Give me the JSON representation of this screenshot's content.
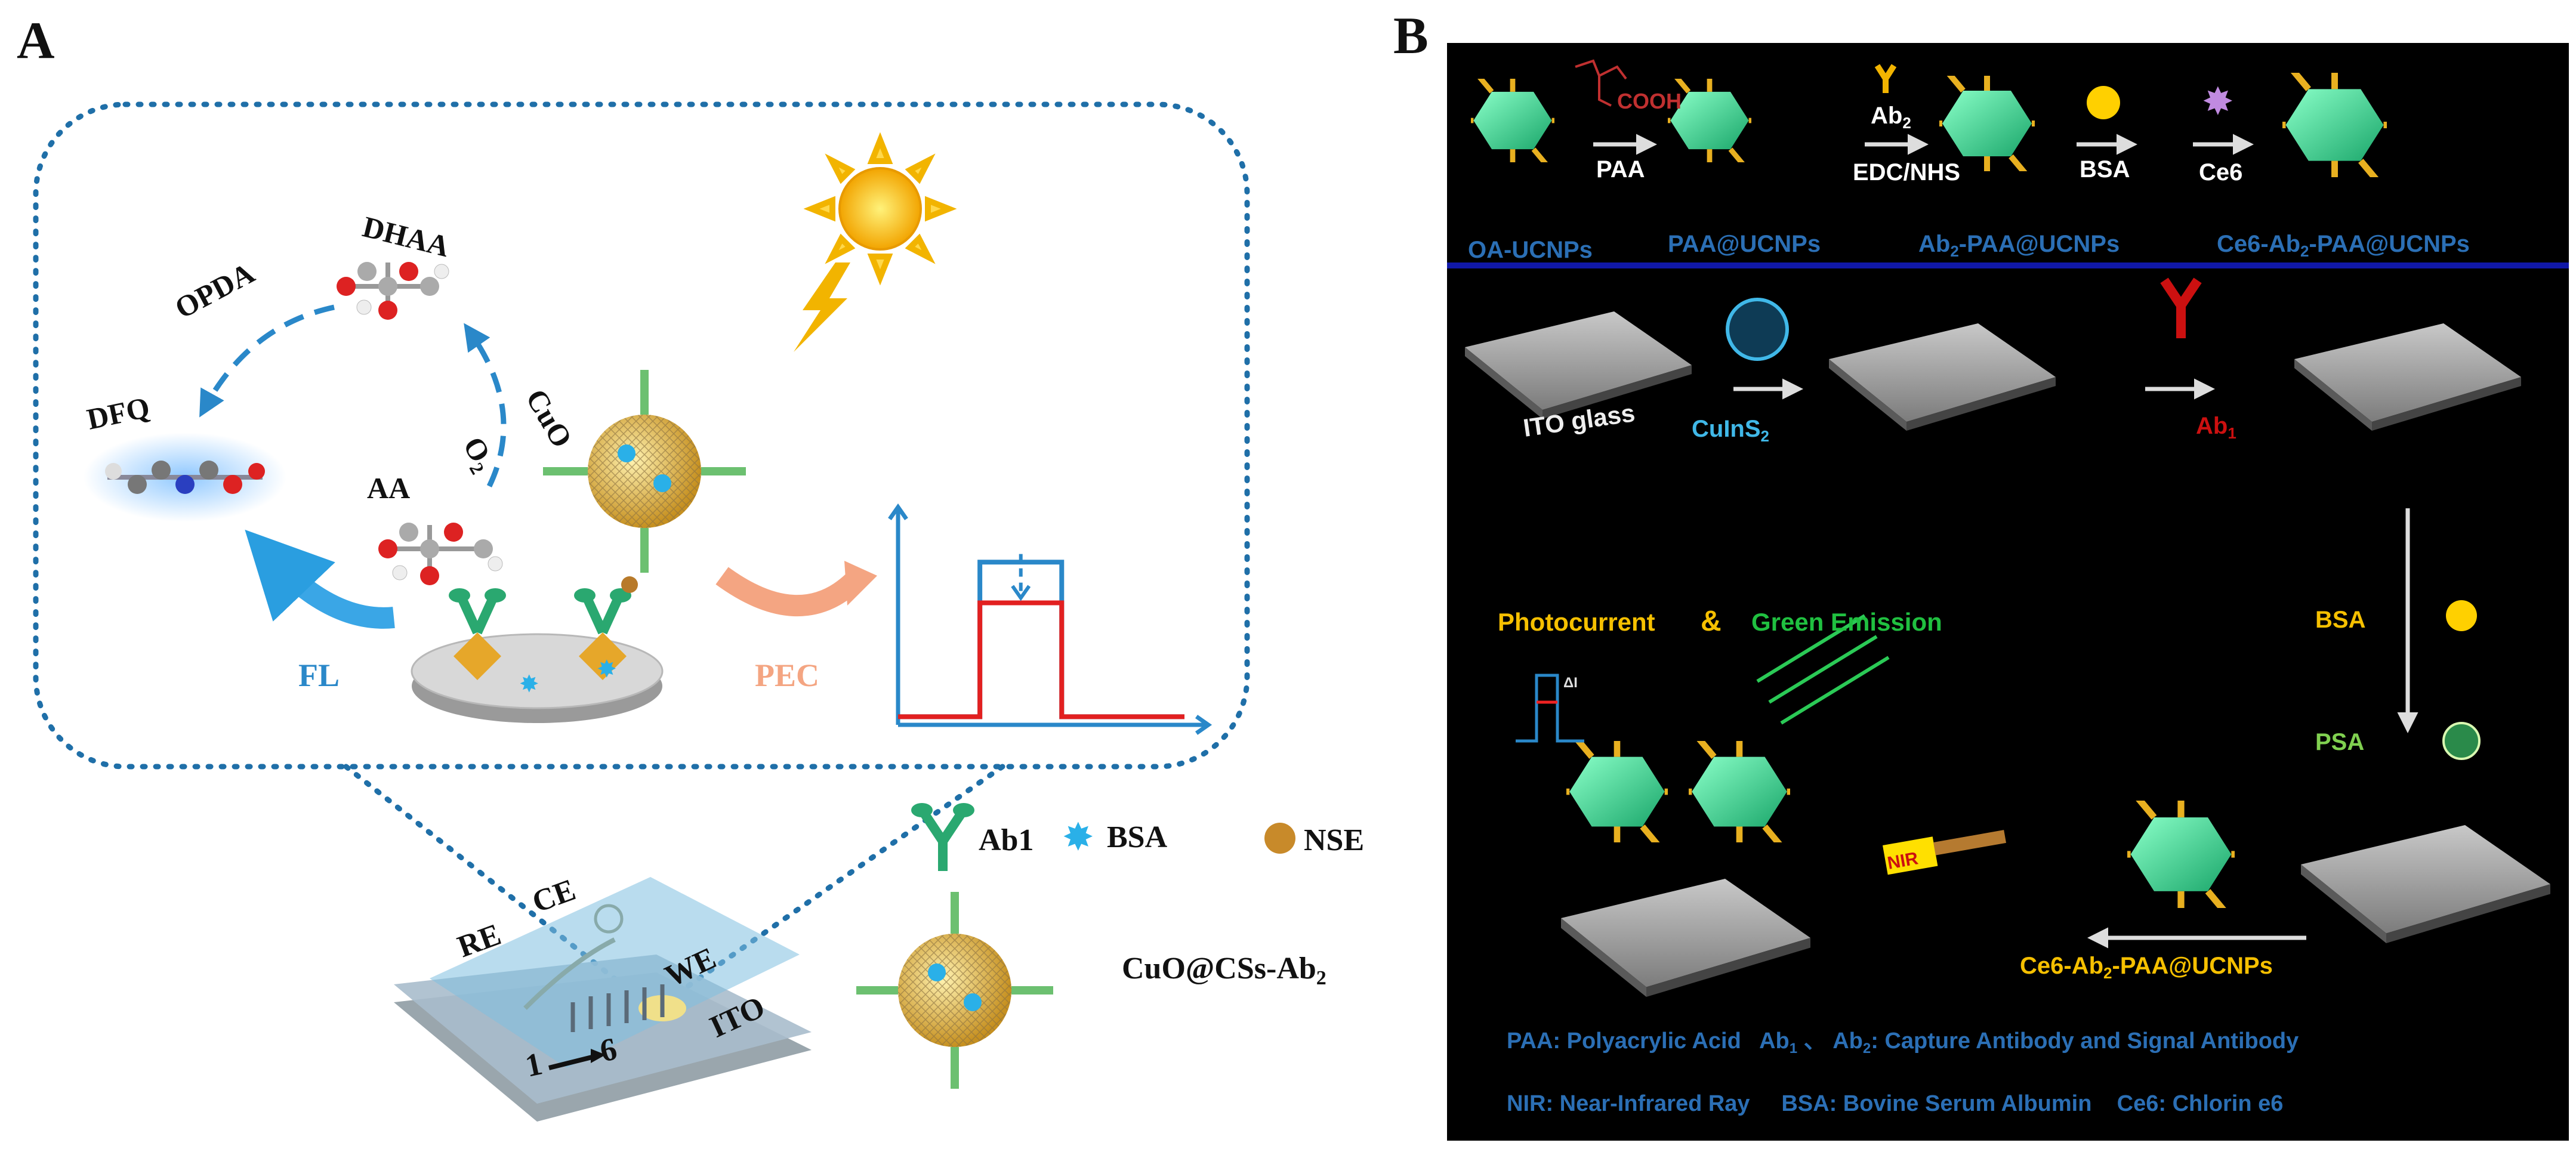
{
  "panel_a": {
    "panel_label": "A",
    "molecules": {
      "dhaa": "DHAA",
      "dfq": "DFQ",
      "aa": "AA",
      "opda": "OPDA",
      "cuo": "CuO",
      "o2": "O",
      "o2_sub": "2"
    },
    "modes": {
      "fl": "FL",
      "pec": "PEC"
    },
    "electrodes": {
      "ce": "CE",
      "re": "RE",
      "we": "WE",
      "ito": "ITO",
      "sequence_from": "1",
      "sequence_to": "6"
    },
    "legend": {
      "ab1": "Ab1",
      "bsa": "BSA",
      "nse": "NSE",
      "probe": "CuO@CSs-Ab",
      "probe_sub": "2"
    }
  },
  "panel_b": {
    "panel_label": "B",
    "top_row": {
      "reagent_cooh": "COOH",
      "step_paa": "PAA",
      "reagent_ab2": "Ab",
      "reagent_ab2_sub": "2",
      "step_edc": "EDC/NHS",
      "step_bsa": "BSA",
      "step_ce6": "Ce6",
      "products": {
        "oa": "OA-UCNPs",
        "paa": "PAA@UCNPs",
        "ab2_pre": "Ab",
        "ab2_sub": "2",
        "ab2_post": "-PAA@UCNPs",
        "ce6_pre": "Ce6-Ab",
        "ce6_sub": "2",
        "ce6_post": "-PAA@UCNPs"
      }
    },
    "bottom": {
      "ito_glass": "ITO glass",
      "cuins_pre": "CuInS",
      "cuins_sub": "2",
      "ab1_pre": "Ab",
      "ab1_sub": "1",
      "bsa": "BSA",
      "psa": "PSA",
      "photocurrent": "Photocurrent",
      "ampersand": "&",
      "green_emission": "Green Emission",
      "delta_i": "ΔI",
      "nir": "NIR",
      "probe_pre": "Ce6-Ab",
      "probe_sub": "2",
      "probe_post": "-PAA@UCNPs"
    },
    "footnotes": {
      "line1_a": "PAA: Polyacrylic Acid   Ab",
      "line1_s1": "1",
      "line1_b": " 、 Ab",
      "line1_s2": "2",
      "line1_c": ": Capture Antibody and  Signal Antibody",
      "line2": "NIR: Near-Infrared Ray     BSA: Bovine Serum Albumin    Ce6: Chlorin e6"
    }
  },
  "colors": {
    "dotted_border": "#1f6fa8",
    "fl_blue": "#2a88c9",
    "pec_orange": "#f4a582",
    "panel_b_background": "#000000",
    "panel_b_text_blue": "#2b6fb5",
    "panel_b_divider": "#1018a8",
    "photocurrent_yellow": "#f6c000",
    "green_emission": "#20c040",
    "ab1_red": "#cc1010"
  },
  "chart_data": {
    "type": "line",
    "title": "",
    "xlabel": "",
    "ylabel": "",
    "series": [
      {
        "x": [
          0,
          2,
          2,
          4,
          4,
          7
        ],
        "y": [
          0.05,
          0.05,
          1.0,
          1.0,
          0.05,
          0.05
        ]
      },
      {
        "x": [
          0,
          2,
          2,
          4,
          4,
          7
        ],
        "y": [
          0.05,
          0.05,
          0.75,
          0.75,
          0.05,
          0.05
        ]
      }
    ],
    "annotation": "dashed arrow pointing down, from upper to lower step"
  }
}
